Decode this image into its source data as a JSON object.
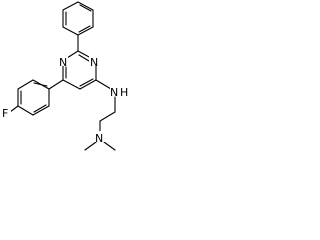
{
  "structure": {
    "atoms": {
      "fluorine": "F",
      "ring_n_top": "N",
      "ring_n_bottom": "N",
      "amine_nh": "N",
      "amine_h": "H",
      "dimethyl_n": "N"
    },
    "colors": {
      "bond": "#000000",
      "label": "#000000",
      "background": "#ffffff"
    }
  }
}
